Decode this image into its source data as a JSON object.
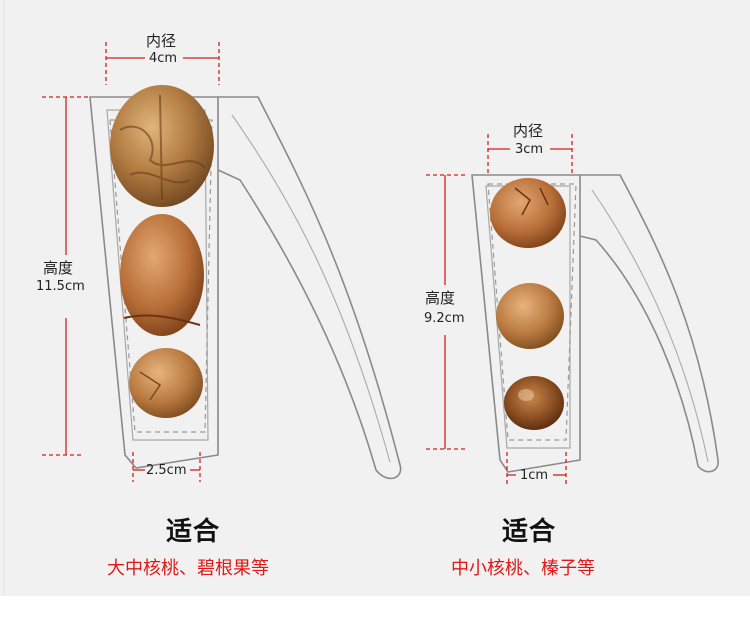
{
  "left": {
    "diameter_label": "内径",
    "diameter_value": "4cm",
    "height_label": "高度",
    "height_value": "11.5cm",
    "bottom_value": "2.5cm",
    "title": "适合",
    "subtitle": "大中核桃、碧根果等"
  },
  "right": {
    "diameter_label": "内径",
    "diameter_value": "3cm",
    "height_label": "高度",
    "height_value": "9.2cm",
    "bottom_value": "1cm",
    "title": "适合",
    "subtitle": "中小核桃、榛子等"
  },
  "colors": {
    "background": "#f1f1f1",
    "dimension_line": "#d42020",
    "subtitle": "#e01818",
    "outline": "#8a8a8a"
  }
}
